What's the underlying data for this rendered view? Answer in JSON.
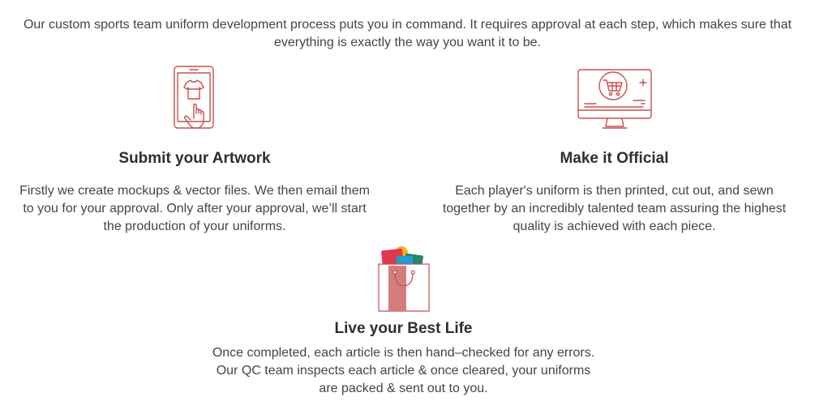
{
  "intro": {
    "text": "Our custom sports team uniform development process puts you in command. It requires approval at each step, which makes sure that everything is exactly the way you want it to be."
  },
  "steps": [
    {
      "icon": "tablet-shirt-touch-icon",
      "title": "Submit your Artwork",
      "text": "Firstly we create mockups & vector files. We then email them to you for your approval. Only after your approval, we’ll start the production of your uniforms."
    },
    {
      "icon": "monitor-cart-icon",
      "title": "Make it Official",
      "text": "Each player's uniform is then printed, cut out, and sewn together by an incredibly talented team assuring the highest quality is achieved with each piece."
    },
    {
      "icon": "shopping-bag-icon",
      "title": "Live your Best Life",
      "text": "Once completed, each article is then hand–checked for any errors. Our QC team inspects each article & once cleared, your uniforms are packed & sent out to you."
    }
  ],
  "colors": {
    "accent": "#c8504f",
    "accent_soft": "#d98b89",
    "text": "#444444",
    "heading": "#2f2f2f"
  }
}
